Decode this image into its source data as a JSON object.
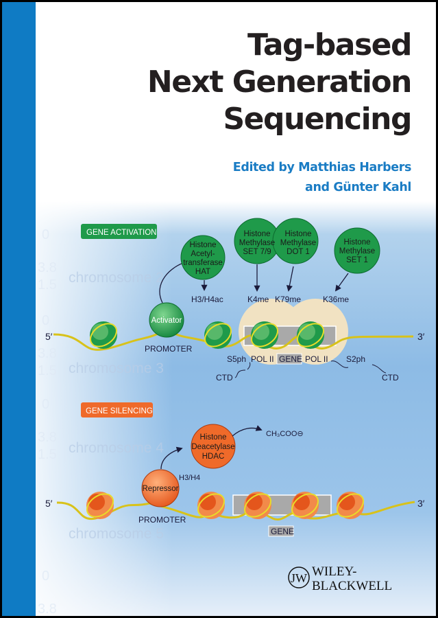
{
  "colors": {
    "spine": "#0f7bc4",
    "title": "#231f20",
    "editors": "#1a7cc4",
    "activation": "#1f9a4a",
    "silencing": "#ef6a2a",
    "gene_box": "#a9a9a9",
    "pol_ii_halo": "#f1e2c2",
    "dna": "#d8c21a"
  },
  "title": {
    "line1": "Tag-based",
    "line2": "Next Generation",
    "line3": "Sequencing"
  },
  "editors": {
    "line1": "Edited by Matthias Harbers",
    "line2": "and Günter Kahl"
  },
  "background": {
    "chromosomes": [
      "chromosome 2",
      "chromosome 3",
      "chromosome 4",
      "chromosome 5"
    ],
    "axis_numbers": [
      "0",
      "3.8",
      "1.5",
      "0",
      "3.8",
      "1.5",
      "0",
      "3.8",
      "1.5",
      "0",
      "3.8"
    ]
  },
  "activation": {
    "badge": "GENE ACTIVATION",
    "enzymes": {
      "hat": [
        "Histone",
        "Acetyl-",
        "transferase",
        "HAT"
      ],
      "set79": [
        "Histone",
        "Methylase",
        "SET 7/9"
      ],
      "dot1": [
        "Histone",
        "Methylase",
        "DOT 1"
      ],
      "set1": [
        "Histone",
        "Methylase",
        "SET 1"
      ]
    },
    "marks": {
      "h3h4ac": "H3/H4ac",
      "k4me": "K4me",
      "k79me": "K79me",
      "k36me": "K36me"
    },
    "activator": "Activator",
    "promoter": "PROMOTER",
    "five_prime": "5′",
    "three_prime": "3′",
    "s5ph": "S5ph",
    "pol2a": "POL II",
    "gene": "GENE",
    "pol2b": "POL II",
    "s2ph": "S2ph",
    "ctd1": "CTD",
    "ctd2": "CTD"
  },
  "silencing": {
    "badge": "GENE SILENCING",
    "hdac": [
      "Histone",
      "Deacetylase",
      "HDAC"
    ],
    "product": "CH₃COO⊖",
    "h3h4": "H3/H4",
    "repressor": "Repressor",
    "promoter": "PROMOTER",
    "gene": "GENE",
    "five_prime": "5′",
    "three_prime": "3′"
  },
  "publisher": {
    "line1": "WILEY-",
    "line2": "BLACKWELL"
  }
}
